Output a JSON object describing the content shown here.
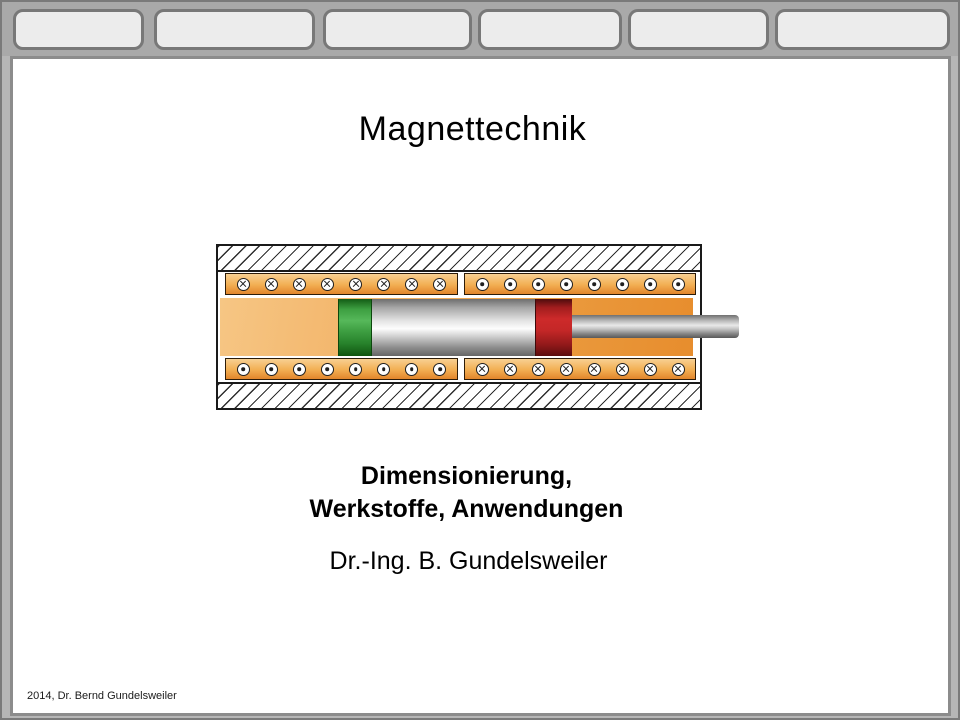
{
  "colors": {
    "window-bg": "#b6b6b6",
    "toolbar-bg": "#a9a9a9",
    "tab-fill": "#ececec",
    "tab-border": "#787878",
    "slide-bg": "#ffffff",
    "slide-border": "#8c8c8c",
    "text": "#000000",
    "outline": "#1a1a1a",
    "coil-orange-light": "#f8d092",
    "coil-orange-dark": "#e2862c",
    "bore-orange-light": "#f6c684",
    "bore-orange-dark": "#e78d2d",
    "magnet-green": "#3fa043",
    "magnet-red": "#c42727"
  },
  "toolbar": {
    "tabs": [
      {
        "label": ""
      },
      {
        "label": ""
      },
      {
        "label": ""
      },
      {
        "label": ""
      },
      {
        "label": ""
      },
      {
        "label": ""
      }
    ]
  },
  "slide": {
    "title": "Magnettechnik",
    "subtitle_line1": "Dimensionierung,",
    "subtitle_line2": "Werkstoffe, Anwendungen",
    "author": "Dr.-Ing. B. Gundelsweiler",
    "footer": "2014, Dr. Bernd Gundelsweiler"
  },
  "diagram": {
    "description": "Cross-section of a cylindrical electromagnetic linear actuator: hatched steel housing, two coil pairs with current direction symbols, green and red magnet rings on a grey armature with piston rod",
    "coil_bands": [
      {
        "id": "top-left",
        "symbol": "cross",
        "count": 8
      },
      {
        "id": "top-right",
        "symbol": "dot",
        "count": 8
      },
      {
        "id": "bottom-left",
        "symbol": "dot",
        "count": 8
      },
      {
        "id": "bottom-right",
        "symbol": "cross",
        "count": 8
      }
    ]
  }
}
